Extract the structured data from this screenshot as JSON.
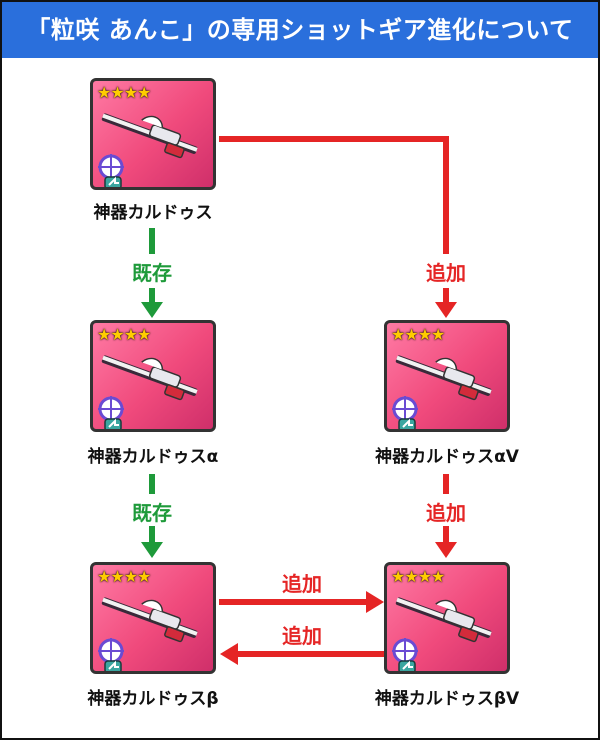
{
  "title": "「粒咲 あんこ」の専用ショットギア進化について",
  "colors": {
    "header_bg": "#2a6fdc",
    "existing": "#1e9a3a",
    "added": "#e52525",
    "card_bg": "#f04a7c",
    "star": "#ffcc00"
  },
  "nodes": [
    {
      "id": "base",
      "name": "神器カルドゥス",
      "stars": "★★★★"
    },
    {
      "id": "alpha",
      "name": "神器カルドゥスα",
      "stars": "★★★★"
    },
    {
      "id": "beta",
      "name": "神器カルドゥスβ",
      "stars": "★★★★"
    },
    {
      "id": "alphaV",
      "name": "神器カルドゥスαⅤ",
      "stars": "★★★★"
    },
    {
      "id": "betaV",
      "name": "神器カルドゥスβⅤ",
      "stars": "★★★★"
    }
  ],
  "edges": [
    {
      "from": "base",
      "to": "alpha",
      "label": "既存",
      "kind": "existing"
    },
    {
      "from": "base",
      "to": "alphaV",
      "label": "追加",
      "kind": "added"
    },
    {
      "from": "alpha",
      "to": "beta",
      "label": "既存",
      "kind": "existing"
    },
    {
      "from": "alphaV",
      "to": "betaV",
      "label": "追加",
      "kind": "added"
    },
    {
      "from": "beta",
      "to": "betaV",
      "label": "追加",
      "kind": "added"
    },
    {
      "from": "betaV",
      "to": "beta",
      "label": "追加",
      "kind": "added"
    }
  ],
  "icons": {
    "target": "crosshair-icon",
    "attribute": "arrow-attribute-icon",
    "weapon": "rifle-icon"
  }
}
